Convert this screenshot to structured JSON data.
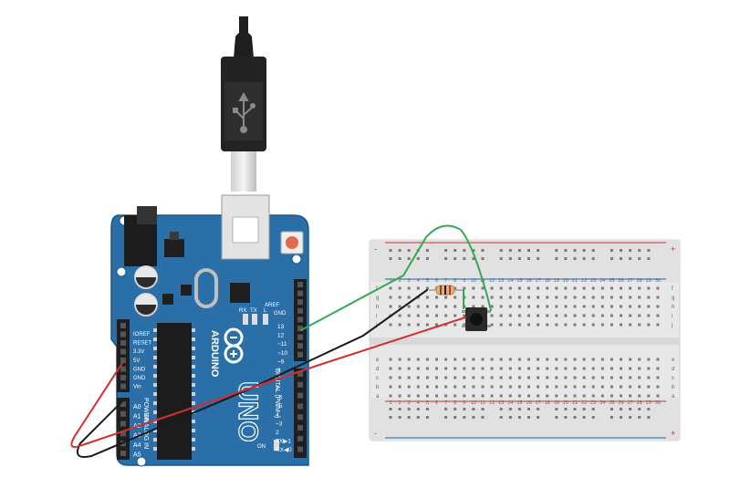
{
  "canvas": {
    "background": "#ffffff"
  },
  "arduino": {
    "board_color": "#2a6fa8",
    "brand": "ARDUINO",
    "model": "UNO",
    "on_label": "ON",
    "tx_label": "TX",
    "rx_label": "RX",
    "l_label": "L",
    "aref": "AREF",
    "gnd": "GND",
    "power_label": "POWER",
    "analog_label": "ANALOG IN",
    "digital_label": "DIGITAL (PWM~)",
    "power_pins": [
      "IOREF",
      "RESET",
      "3.3V",
      "5V",
      "GND",
      "GND",
      "Vin"
    ],
    "analog_pins": [
      "A0",
      "A1",
      "A2",
      "A3",
      "A4",
      "A5"
    ],
    "digital_pins_top": [
      "13",
      "12",
      "~11",
      "~10",
      "~9",
      "8"
    ],
    "digital_pins_bottom": [
      "7",
      "~6",
      "~5",
      "4",
      "~3",
      "2",
      "TX▶1",
      "RX◀0"
    ]
  },
  "breadboard": {
    "body_color": "#e8e8e8",
    "columns": [
      "1",
      "2",
      "3",
      "4",
      "5",
      "6",
      "7",
      "8",
      "9",
      "10",
      "11",
      "12",
      "13",
      "14",
      "15",
      "16",
      "17",
      "18",
      "19",
      "20",
      "21",
      "22",
      "23",
      "24",
      "25",
      "26",
      "27",
      "28",
      "29",
      "30"
    ],
    "rows_top": [
      "f",
      "g",
      "h",
      "i",
      "j"
    ],
    "rows_bottom": [
      "a",
      "b",
      "c",
      "d",
      "e"
    ],
    "plus": "+",
    "minus": "-"
  },
  "wires": {
    "green": "#34a853",
    "red": "#d32f2f",
    "black": "#1a1a1a"
  },
  "usb_cable": {
    "color": "#1e1e1e"
  }
}
